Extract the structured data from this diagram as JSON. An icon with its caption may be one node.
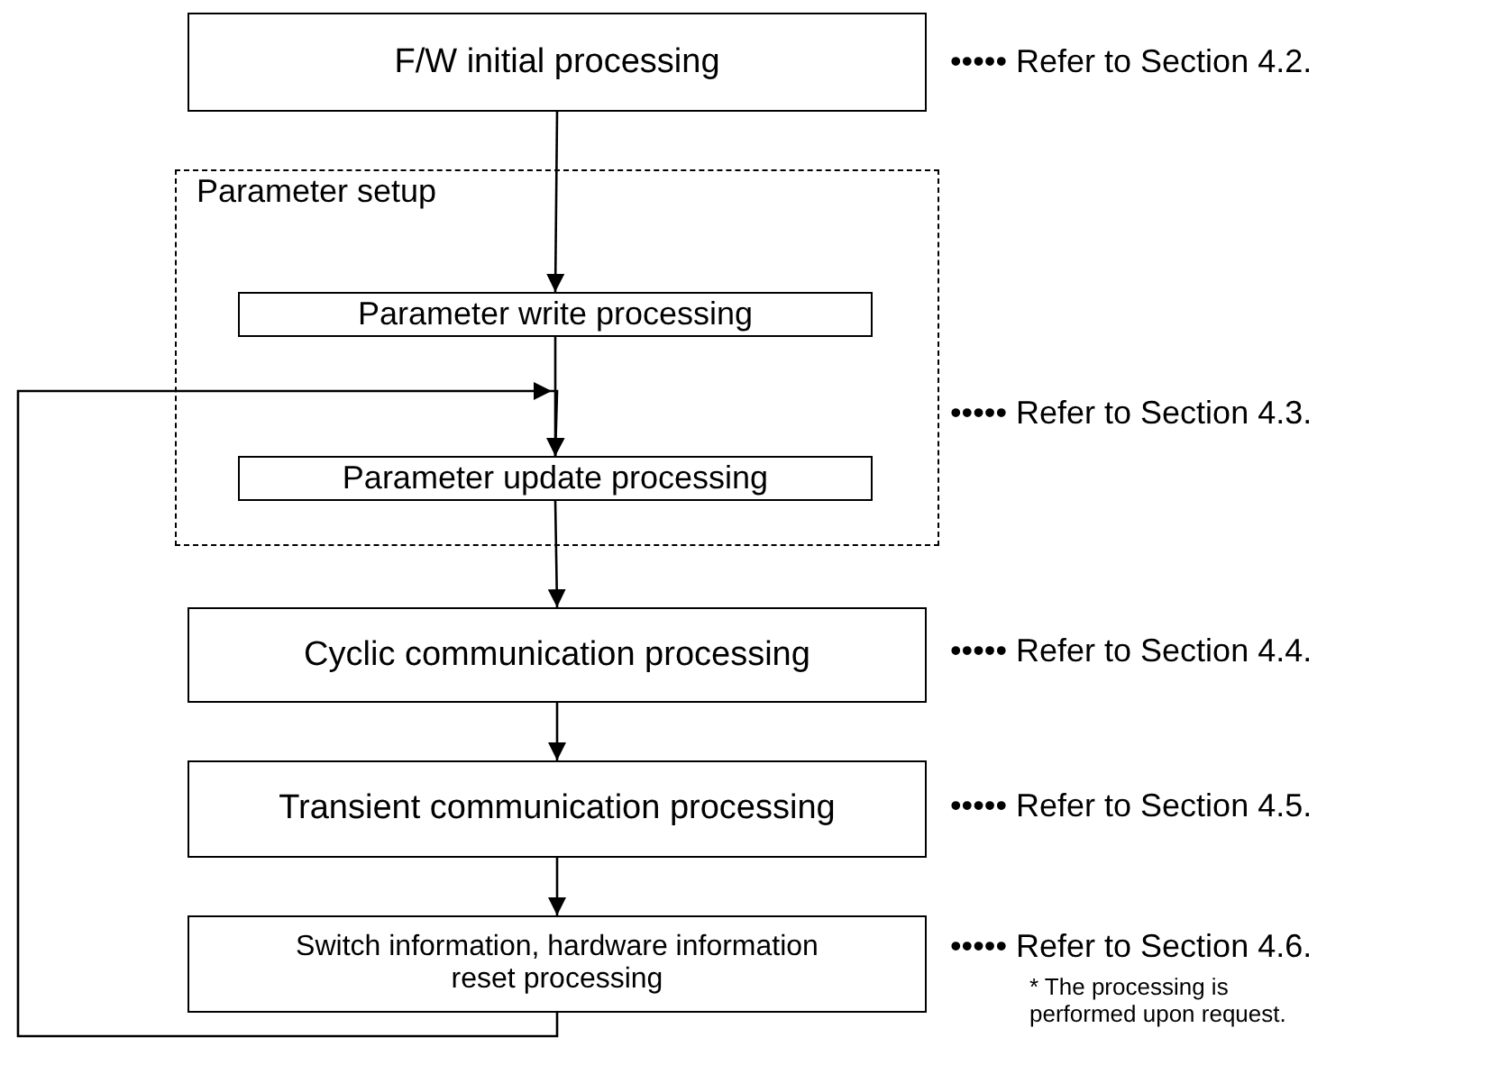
{
  "diagram": {
    "nodes": [
      {
        "text": [
          "F/W initial processing"
        ],
        "beside": [
          "••••• Refer to Section 4.2."
        ]
      },
      {
        "text": [
          "Parameter setup"
        ],
        "beside": [
          "••••• Refer to Section 4.3."
        ]
      },
      {
        "text": [
          "Parameter write processing"
        ],
        "in": 1
      },
      {
        "text": [
          "Parameter update processing"
        ],
        "in": 1
      },
      {
        "text": [
          "Cyclic communication processing"
        ],
        "beside": [
          "••••• Refer to Section 4.4."
        ]
      },
      {
        "text": [
          "Transient communication processing"
        ],
        "beside": [
          "••••• Refer to Section 4.5."
        ]
      },
      {
        "text": [
          "Switch information, hardware information reset processing"
        ],
        "beside": [
          "••••• Refer to Section 4.6.",
          "* The processing is performed upon request."
        ]
      }
    ],
    "edges": [
      {
        "from": 0,
        "to": 2,
        "arrow": "to"
      },
      {
        "from": 2,
        "to": 3,
        "arrow": "to"
      },
      {
        "from": 3,
        "to": 4,
        "arrow": "to"
      },
      {
        "from": 4,
        "to": 5,
        "arrow": "to"
      },
      {
        "from": 5,
        "to": 6,
        "arrow": "to"
      },
      {
        "from": 6,
        "to": 3,
        "arrow": "to"
      }
    ]
  }
}
